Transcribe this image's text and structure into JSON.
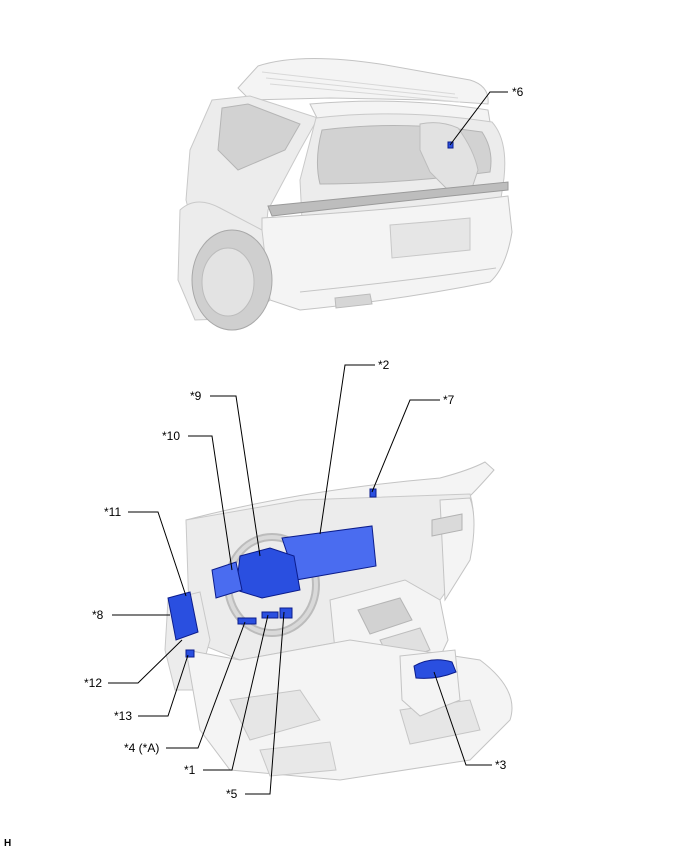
{
  "labels": {
    "l1": "*1",
    "l2": "*2",
    "l3": "*3",
    "l4": "*4 (*A)",
    "l5": "*5",
    "l6": "*6",
    "l7": "*7",
    "l8": "*8",
    "l9": "*9",
    "l10": "*10",
    "l11": "*11",
    "l12": "*12",
    "l13": "*13"
  },
  "corner_code": "H",
  "colors": {
    "highlight": "#2a4fe0",
    "vehicle_gray": "#ececec"
  }
}
